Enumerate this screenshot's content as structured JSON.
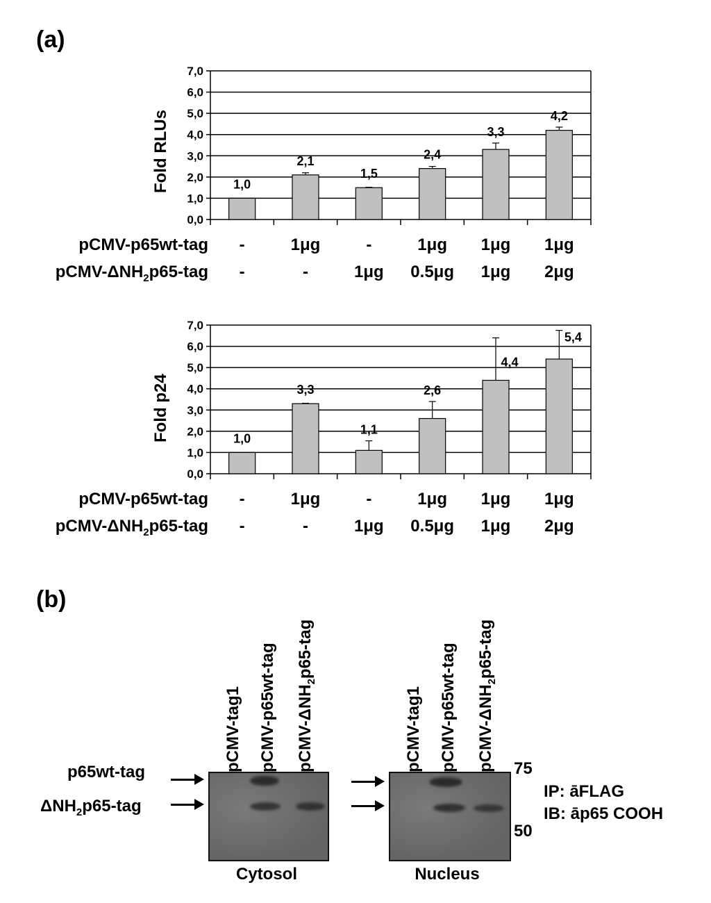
{
  "panels": {
    "a": "(a)",
    "b": "(b)"
  },
  "chart_data": [
    {
      "type": "bar",
      "ylabel": "Fold RLUs",
      "ylim": [
        0,
        7
      ],
      "yticks": [
        "0,0",
        "1,0",
        "2,0",
        "3,0",
        "4,0",
        "5,0",
        "6,0",
        "7,0"
      ],
      "grid": true,
      "values": [
        1.0,
        2.1,
        1.5,
        2.4,
        3.3,
        4.2
      ],
      "errors": [
        0,
        0.1,
        0.02,
        0.1,
        0.3,
        0.15
      ],
      "value_labels": [
        "1,0",
        "2,1",
        "1,5",
        "2,4",
        "3,3",
        "4,2"
      ],
      "bar_color": "#c0c0c0"
    },
    {
      "type": "bar",
      "ylabel": "Fold p24",
      "ylim": [
        0,
        7
      ],
      "yticks": [
        "0,0",
        "1,0",
        "2,0",
        "3,0",
        "4,0",
        "5,0",
        "6,0",
        "7,0"
      ],
      "grid": true,
      "values": [
        1.0,
        3.3,
        1.1,
        2.6,
        4.4,
        5.4
      ],
      "errors": [
        0,
        0.02,
        0.45,
        0.8,
        2.0,
        1.35
      ],
      "value_labels": [
        "1,0",
        "3,3",
        "1,1",
        "2,6",
        "4,4",
        "5,4"
      ],
      "bar_color": "#c0c0c0"
    }
  ],
  "conditions": {
    "row1_label": "pCMV-p65wt-tag",
    "row2_label_main": "pCMV-ΔNH",
    "row2_label_sub": "2",
    "row2_label_tail": "p65-tag",
    "row1": [
      "-",
      "1μg",
      "-",
      "1μg",
      "1μg",
      "1μg"
    ],
    "row2": [
      "-",
      "-",
      "1μg",
      "0.5μg",
      "1μg",
      "2μg"
    ]
  },
  "blot": {
    "lanes": [
      {
        "main": "pCMV-tag1",
        "sub": "",
        "tail": ""
      },
      {
        "main": "pCMV-p65wt-tag",
        "sub": "",
        "tail": ""
      },
      {
        "main": "pCMV-ΔNH",
        "sub": "2",
        "tail": "p65-tag"
      }
    ],
    "left_label_1": "p65wt-tag",
    "left_label_2_main": "ΔNH",
    "left_label_2_sub": "2",
    "left_label_2_tail": "p65-tag",
    "caption_left": "Cytosol",
    "caption_right": "Nucleus",
    "marker_75": "75",
    "marker_50": "50",
    "ip_label": "IP: āFLAG",
    "ib_label": "IB: āp65 COOH"
  }
}
